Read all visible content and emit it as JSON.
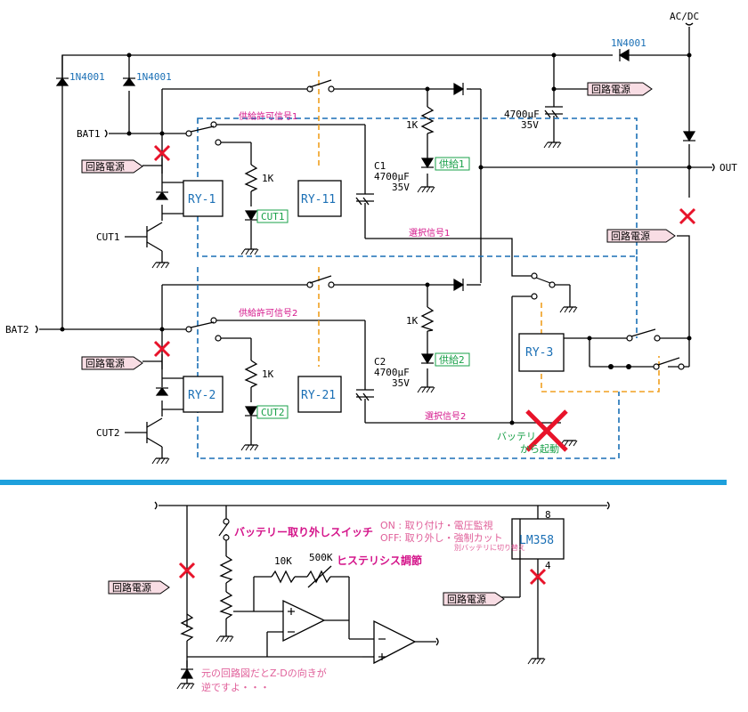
{
  "top": {
    "ac_dc": "AC/DC",
    "diode_main": "1N4001",
    "diode_bat1": "1N4001",
    "diode_bat2": "1N4001",
    "bat1": "BAT1",
    "bat2": "BAT2",
    "out": "OUT",
    "power": "回路電源",
    "cap_main": [
      "4700μF",
      "35V"
    ],
    "sig_enable1": "供給許可信号1",
    "sig_enable2": "供給許可信号2",
    "sig_select1": "選択信号1",
    "sig_select2": "選択信号2",
    "res_1k": "1K",
    "c1": [
      "C1",
      "4700μF",
      "35V"
    ],
    "c2": [
      "C2",
      "4700μF",
      "35V"
    ],
    "supply1": "供給1",
    "supply2": "供給2",
    "cut1_led": "CUT1",
    "cut2_led": "CUT2",
    "cut1": "CUT1",
    "cut2": "CUT2",
    "relays": [
      "RY-1",
      "RY-11",
      "RY-2",
      "RY-21",
      "RY-3"
    ],
    "boot": [
      "バッテリ",
      "から起動"
    ]
  },
  "bottom": {
    "power": "回路電源",
    "switch_label": "バッテリー取り外しスイッチ",
    "on_text": "ON : 取り付け・電圧監視",
    "off_text": "OFF: 取り外し・強制カット",
    "off_sub": "別バッテリに切り替え",
    "res_10k": "10K",
    "res_500k": "500K",
    "hysteresis": "ヒステリシス調節",
    "ic": "LM358",
    "pin_8": "8",
    "pin_4": "4",
    "note": [
      "元の回路図だとZ-Dの向きが",
      "逆ですよ・・・"
    ]
  }
}
